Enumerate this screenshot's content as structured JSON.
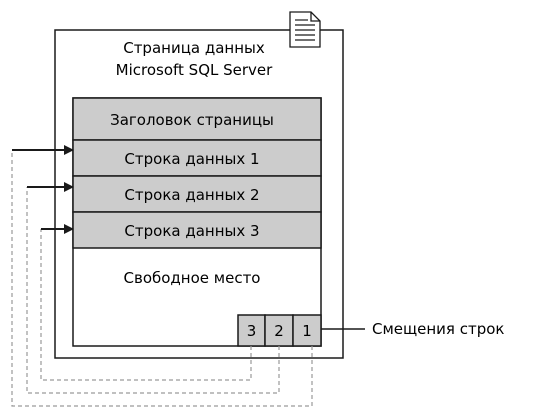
{
  "page": {
    "title_line1": "Страница данных",
    "title_line2": "Microsoft SQL Server"
  },
  "blocks": {
    "header": "Заголовок страницы",
    "rows": [
      "Строка данных 1",
      "Строка данных 2",
      "Строка данных 3"
    ],
    "free_space": "Свободное место"
  },
  "offset_slots": [
    "3",
    "2",
    "1"
  ],
  "callout": "Смещения строк",
  "icons": {
    "page_corner": "document-icon"
  },
  "colors": {
    "block_fill": "#cccccc",
    "line": "#1a1a1a",
    "dashed_line": "#9a9a9a",
    "background": "#ffffff"
  }
}
